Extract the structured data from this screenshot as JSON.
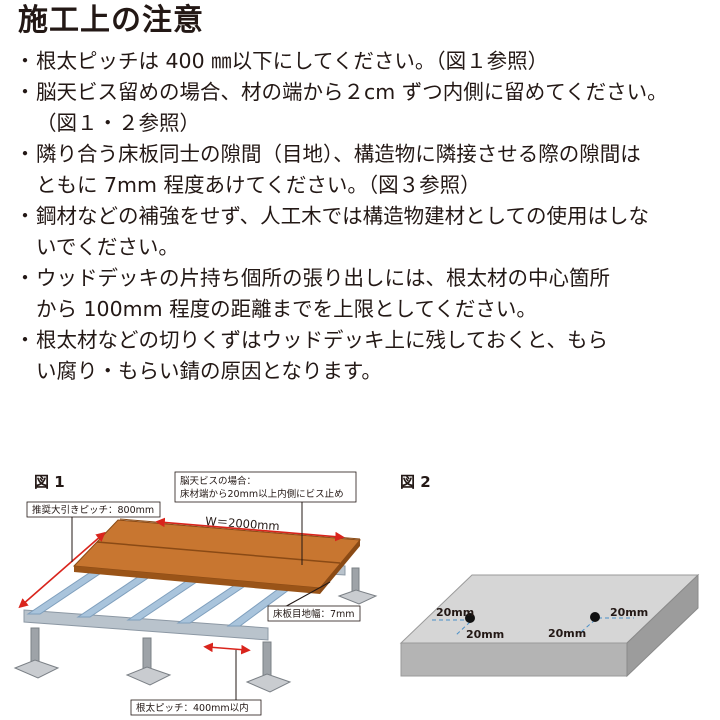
{
  "title": "施工上の注意",
  "notes": [
    {
      "lines": [
        "根太ピッチは 400 ㎜以下にしてください。（図１参照）"
      ]
    },
    {
      "lines": [
        "脳天ビス留めの場合、材の端から２cm ずつ内側に留めてください。",
        "（図１・２参照）"
      ]
    },
    {
      "lines": [
        "隣り合う床板同士の隙間（目地）、構造物に隣接させる際の隙間は",
        "ともに 7mm 程度あけてください。（図３参照）"
      ]
    },
    {
      "lines": [
        "鋼材などの補強をせず、人工木では構造物建材としての使用はしな",
        "いでください。"
      ]
    },
    {
      "lines": [
        "ウッドデッキの片持ち個所の張り出しには、根太材の中心箇所",
        "から 100mm 程度の距離までを上限としてください。"
      ]
    },
    {
      "lines": [
        "根太材などの切りくずはウッドデッキ上に残しておくと、もら",
        "い腐り・もらい錆の原因となります。"
      ]
    }
  ],
  "fig1": {
    "label": "図 1",
    "callout_top": [
      "脳天ビスの場合：",
      "床材端から20mm以上内側にビス止め"
    ],
    "callout_left": "推奨大引きピッチ：800mm",
    "width_label": "W＝2000mm",
    "callout_right": "床板目地幅：7mm",
    "callout_bottom": "根太ピッチ：400mm以内"
  },
  "fig2": {
    "label": "図 2",
    "dim_labels": [
      "20mm",
      "20mm",
      "20mm",
      "20mm"
    ]
  },
  "colors": {
    "text": "#231815",
    "wood_top": "#c87630",
    "wood_front": "#9a5418",
    "joist": "#a9c4dc",
    "arrow": "#d9241c",
    "concrete_top": "#d6d6d6",
    "concrete_side": "#a7a7a7",
    "dim_line": "#4b90c8"
  }
}
